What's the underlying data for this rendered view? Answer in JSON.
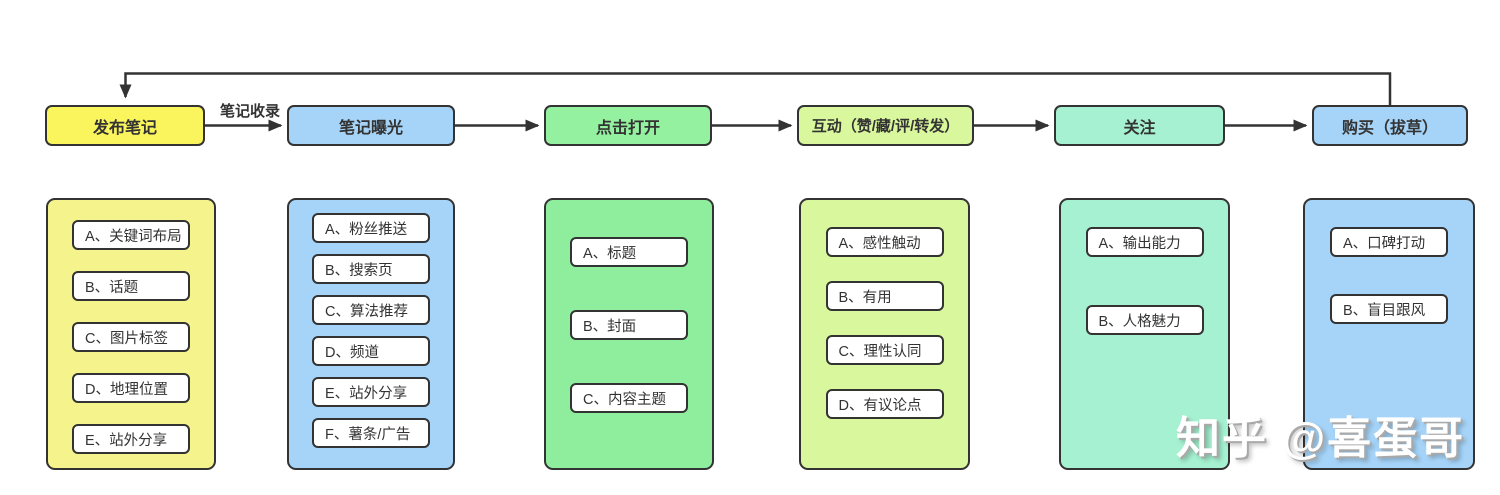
{
  "diagram": {
    "edge_label": "笔记收录",
    "watermark": "知乎 @喜蛋哥",
    "colors": {
      "border": "#333333",
      "arrow": "#333333",
      "item_bg": "#ffffff"
    },
    "columns": [
      {
        "stage": "发布笔记",
        "stage_fill": "#FBF55D",
        "panel_fill": "#F5F48C",
        "items": [
          "A、关键词布局",
          "B、话题",
          "C、图片标签",
          "D、地理位置",
          "E、站外分享"
        ]
      },
      {
        "stage": "笔记曝光",
        "stage_fill": "#A6D4F8",
        "panel_fill": "#A6D4F8",
        "items": [
          "A、粉丝推送",
          "B、搜索页",
          "C、算法推荐",
          "D、频道",
          "E、站外分享",
          "F、薯条/广告"
        ]
      },
      {
        "stage": "点击打开",
        "stage_fill": "#94F1A0",
        "panel_fill": "#8FEE9D",
        "items": [
          "A、标题",
          "B、封面",
          "C、内容主题"
        ]
      },
      {
        "stage": "互动（赞/藏/评/转发）",
        "stage_fill": "#D9F79C",
        "panel_fill": "#D9F79C",
        "items": [
          "A、感性触动",
          "B、有用",
          "C、理性认同",
          "D、有议论点"
        ]
      },
      {
        "stage": "关注",
        "stage_fill": "#A6F1D1",
        "panel_fill": "#A6F1D1",
        "items": [
          "A、输出能力",
          "B、人格魅力"
        ]
      },
      {
        "stage": "购买（拔草）",
        "stage_fill": "#A6D4F8",
        "panel_fill": "#A6D4F8",
        "items": [
          "A、口碑打动",
          "B、盲目跟风"
        ]
      }
    ]
  }
}
